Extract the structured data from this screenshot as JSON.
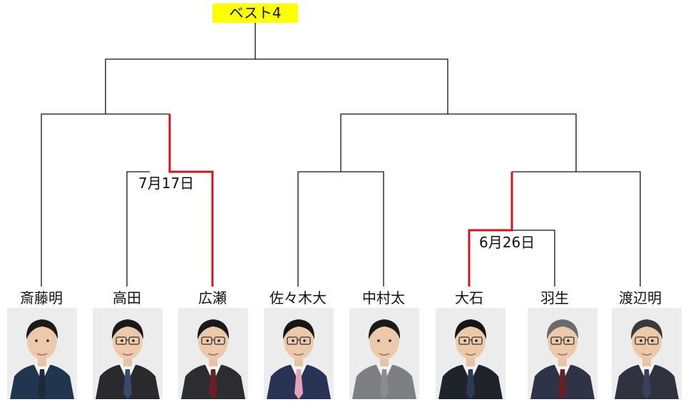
{
  "title": "ベスト4",
  "players": [
    {
      "name": "斎藤明",
      "suit": "#22354f",
      "tie": "#1d2a3a",
      "hair": "#1a1a1a",
      "glasses": false
    },
    {
      "name": "高田",
      "suit": "#2a2a2e",
      "tie": "#3a4a6a",
      "hair": "#1a1a1a",
      "glasses": true
    },
    {
      "name": "広瀬",
      "suit": "#2b2d33",
      "tie": "#6a1f25",
      "hair": "#1a1a1a",
      "glasses": true
    },
    {
      "name": "佐々木大",
      "suit": "#283356",
      "tie": "#e3a3b8",
      "hair": "#161616",
      "glasses": true
    },
    {
      "name": "中村太",
      "suit": "#7d7f83",
      "tie": "#8a8c90",
      "hair": "#1a1a1a",
      "glasses": false
    },
    {
      "name": "大石",
      "suit": "#1f232b",
      "tie": "#2d3a55",
      "hair": "#151515",
      "glasses": true
    },
    {
      "name": "羽生",
      "suit": "#2e3348",
      "tie": "#6a1f25",
      "hair": "#6a6a6a",
      "glasses": true
    },
    {
      "name": "渡辺明",
      "suit": "#2f3340",
      "tie": "#3a3f5a",
      "hair": "#3a3a3a",
      "glasses": true
    }
  ],
  "dates": {
    "match_left": "7月17日",
    "match_right": "6月26日"
  },
  "colors": {
    "line": "#111111",
    "winner_line": "#d0161b",
    "title_bg": "#ffff00"
  }
}
